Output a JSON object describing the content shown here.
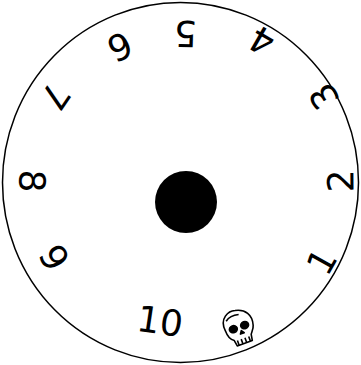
{
  "diagram": {
    "nodes": [
      {
        "text": [
          "1",
          "2",
          "3",
          "4",
          "5",
          "6",
          "7",
          "8",
          "9",
          "10"
        ]
      }
    ]
  }
}
